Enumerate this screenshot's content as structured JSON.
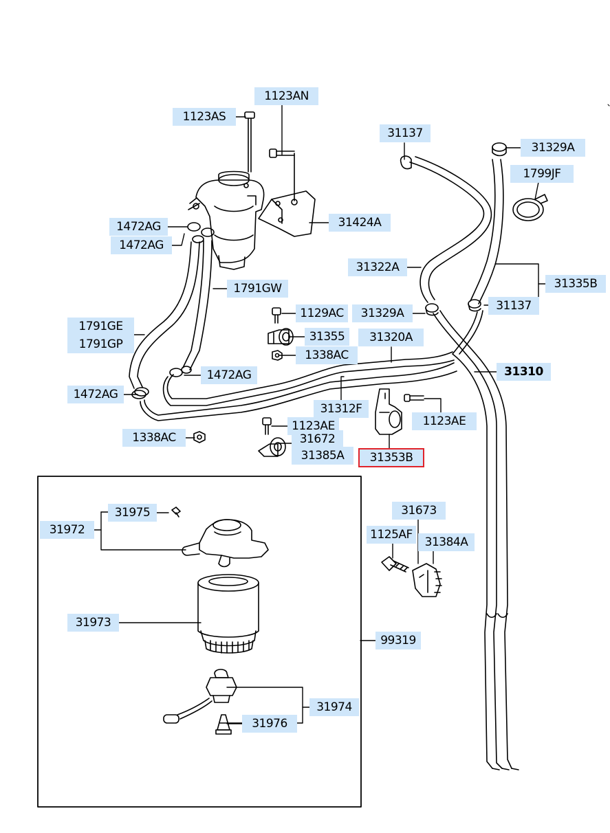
{
  "labels": {
    "p_1123AN": "1123AN",
    "p_1123AS": "1123AS",
    "p_31137_top": "31137",
    "p_31329A_top": "31329A",
    "p_1799JF": "1799JF",
    "p_1472AG_a": "1472AG",
    "p_1472AG_b": "1472AG",
    "p_31424A": "31424A",
    "p_31322A": "31322A",
    "p_31335B": "31335B",
    "p_1791GW": "1791GW",
    "p_1129AC": "1129AC",
    "p_31329A_mid": "31329A",
    "p_31137_mid": "31137",
    "p_1791GE": "1791GE",
    "p_1791GP": "1791GP",
    "p_31355": "31355",
    "p_31320A": "31320A",
    "p_1338AC_a": "1338AC",
    "p_31310": "31310",
    "p_1472AG_c": "1472AG",
    "p_1472AG_d": "1472AG",
    "p_31312F": "31312F",
    "p_1123AE_a": "1123AE",
    "p_1123AE_b": "1123AE",
    "p_1338AC_b": "1338AC",
    "p_31672": "31672",
    "p_31385A": "31385A",
    "p_31353B": "31353B",
    "p_31975": "31975",
    "p_31972": "31972",
    "p_31673": "31673",
    "p_1125AF": "1125AF",
    "p_31384A": "31384A",
    "p_31973": "31973",
    "p_99319": "99319",
    "p_31974": "31974",
    "p_31976": "31976"
  },
  "selected_part": "31353B",
  "colors": {
    "label_bg": "#cfe6fa",
    "selected_border": "#e0232a",
    "line": "#000000"
  }
}
